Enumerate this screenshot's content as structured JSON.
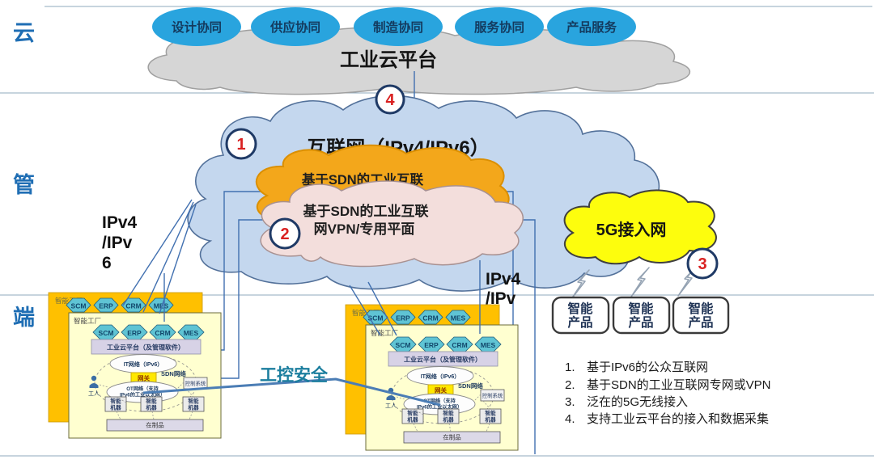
{
  "zone_labels": {
    "cloud": "云",
    "network": "管",
    "edge": "端"
  },
  "top_services": [
    "设计协同",
    "供应协同",
    "制造协同",
    "服务协同",
    "产品服务"
  ],
  "industrial_cloud_platform": "工业云平台",
  "internet_cloud": {
    "title": "互联网（IPv4/IPv6）",
    "sdn_line1": "基于SDN的工业互联",
    "sdn_line2": "网VPN",
    "vpn_line1": "基于SDN的工业互联",
    "vpn_line2": "网VPN/专用平面"
  },
  "g5_cloud": "5G接入网",
  "markers": {
    "m1": "1",
    "m2": "2",
    "m3": "3",
    "m4": "4"
  },
  "ipv_label_left": {
    "l1": "IPv4",
    "l2": "/IPv",
    "l3": "6"
  },
  "ipv_label_right": {
    "l1": "IPv4",
    "l2": "/IPv"
  },
  "security_label": "工控安全",
  "smart_product": {
    "line1": "智能",
    "line2": "产品"
  },
  "factory": {
    "back_label": "智能工厂",
    "front_label": "智能工厂",
    "hexagons": [
      "SCM",
      "ERP",
      "CRM",
      "MES"
    ],
    "platform": "工业云平台（及管理软件）",
    "it_network": "IT网络（IPv6）",
    "gateway": "网关",
    "sdn_network": "SDN网络",
    "ot_line1": "OT网络（支持",
    "ot_line2": "IPv6的工业以太网）",
    "control_system": "控制系统",
    "worker": "工人",
    "machine_line1": "智能",
    "machine_line2": "机器",
    "wip": "在制品"
  },
  "legend": {
    "items": [
      {
        "num": "1.",
        "text": "基于IPv6的公众互联网"
      },
      {
        "num": "2.",
        "text": "基于SDN的工业互联网专网或VPN"
      },
      {
        "num": "3.",
        "text": "泛在的5G无线接入"
      },
      {
        "num": "4.",
        "text": "支持工业云平台的接入和数据采集"
      }
    ]
  },
  "colors": {
    "zone_label": "#1F6EB4",
    "service_ellipse": "#29A4DE",
    "gray_cloud": "#D6D6D6",
    "internet_cloud": "#C4D7EE",
    "sdn_cloud": "#F3A71B",
    "vpn_cloud": "#F3DEDC",
    "g5_cloud": "#FDFD0D",
    "marker_number": "#D92121",
    "factory_back": "#FFC000",
    "factory_front": "#FFFFD0",
    "hexagon": "#5FC4D4",
    "security_text": "#1B7E9E"
  }
}
